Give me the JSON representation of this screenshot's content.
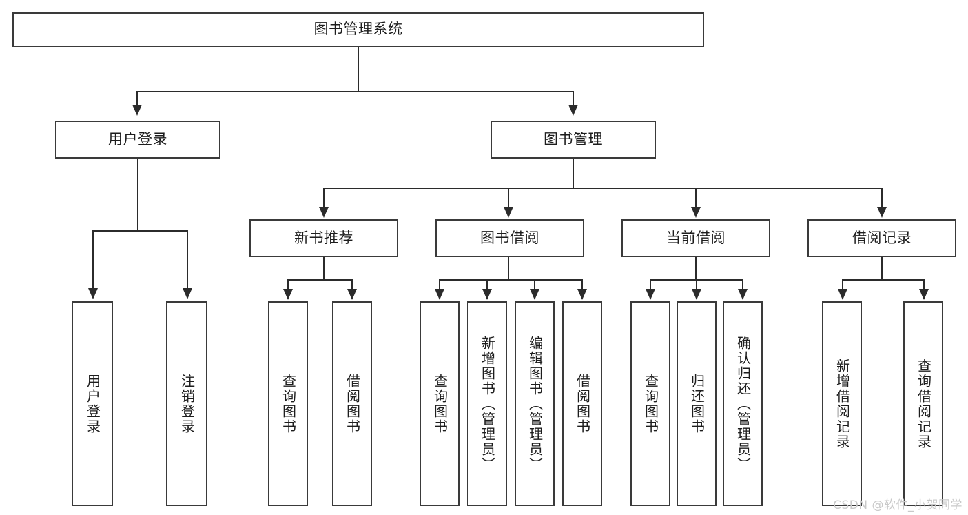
{
  "diagram": {
    "title": "图书管理系统",
    "type": "hierarchy-tree",
    "watermark": "CSDN @软件_小贺同学",
    "colors": {
      "box_border": "#3a3a3a",
      "connector": "#2b2b2b",
      "text": "#1d1d1d",
      "background": "#ffffff",
      "watermark": "#c9c9c9"
    }
  },
  "root": {
    "label": "图书管理系统"
  },
  "level2": [
    {
      "label": "用户登录"
    },
    {
      "label": "图书管理"
    }
  ],
  "level3": [
    {
      "label": "新书推荐"
    },
    {
      "label": "图书借阅"
    },
    {
      "label": "当前借阅"
    },
    {
      "label": "借阅记录"
    }
  ],
  "leaves": {
    "user_login": [
      {
        "label": "用户登录"
      },
      {
        "label": "注销登录"
      }
    ],
    "new_book_recommend": [
      {
        "label": "查询图书"
      },
      {
        "label": "借阅图书"
      }
    ],
    "book_borrow": [
      {
        "label": "查询图书"
      },
      {
        "label": "新增图书（管理员）"
      },
      {
        "label": "编辑图书（管理员）"
      },
      {
        "label": "借阅图书"
      }
    ],
    "current_borrow": [
      {
        "label": "查询图书"
      },
      {
        "label": "归还图书"
      },
      {
        "label": "确认归还（管理员）"
      }
    ],
    "borrow_record": [
      {
        "label": "新增借阅记录"
      },
      {
        "label": "查询借阅记录"
      }
    ]
  }
}
